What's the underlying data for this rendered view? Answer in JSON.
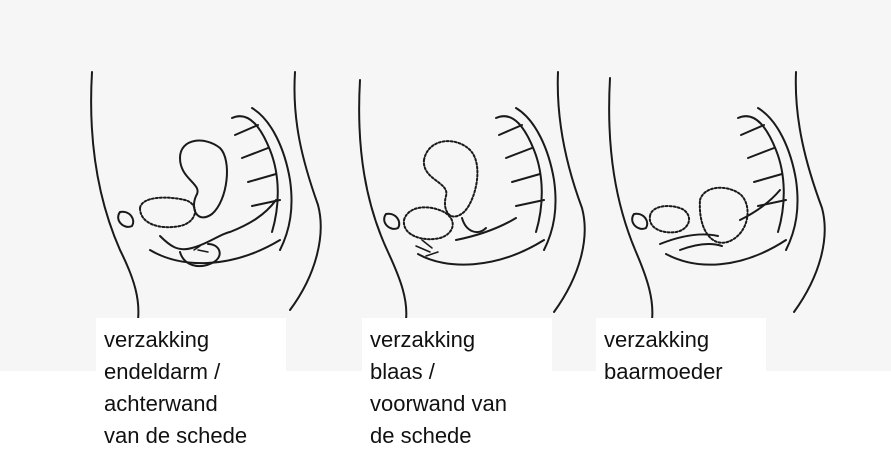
{
  "figure": {
    "panels": [
      {
        "id": "endeldarm",
        "caption_lines": [
          "verzakking",
          "endeldarm /",
          "achterwand",
          "van de schede"
        ]
      },
      {
        "id": "blaas",
        "caption_lines": [
          "verzakking",
          "blaas /",
          "voorwand van",
          "de schede"
        ]
      },
      {
        "id": "baarmoeder",
        "caption_lines": [
          "verzakking",
          "baarmoeder"
        ]
      }
    ]
  }
}
